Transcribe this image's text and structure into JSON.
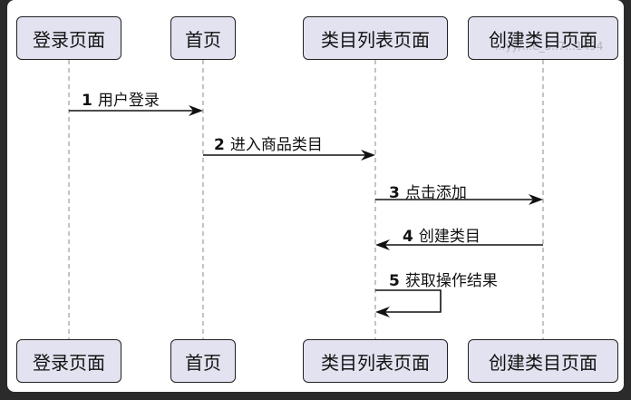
{
  "participants": [
    {
      "label": "登录页面"
    },
    {
      "label": "首页"
    },
    {
      "label": "类目列表页面"
    },
    {
      "label": "创建类目页面"
    }
  ],
  "messages": [
    {
      "num": "1",
      "text": "用户登录",
      "from": 0,
      "to": 1
    },
    {
      "num": "2",
      "text": "进入商品类目",
      "from": 1,
      "to": 2
    },
    {
      "num": "3",
      "text": "点击添加",
      "from": 2,
      "to": 3
    },
    {
      "num": "4",
      "text": "创建类目",
      "from": 3,
      "to": 2
    },
    {
      "num": "5",
      "text": "获取操作结果",
      "from": 2,
      "to": 2
    }
  ],
  "watermark": "...yy/...e_5..7...1494"
}
